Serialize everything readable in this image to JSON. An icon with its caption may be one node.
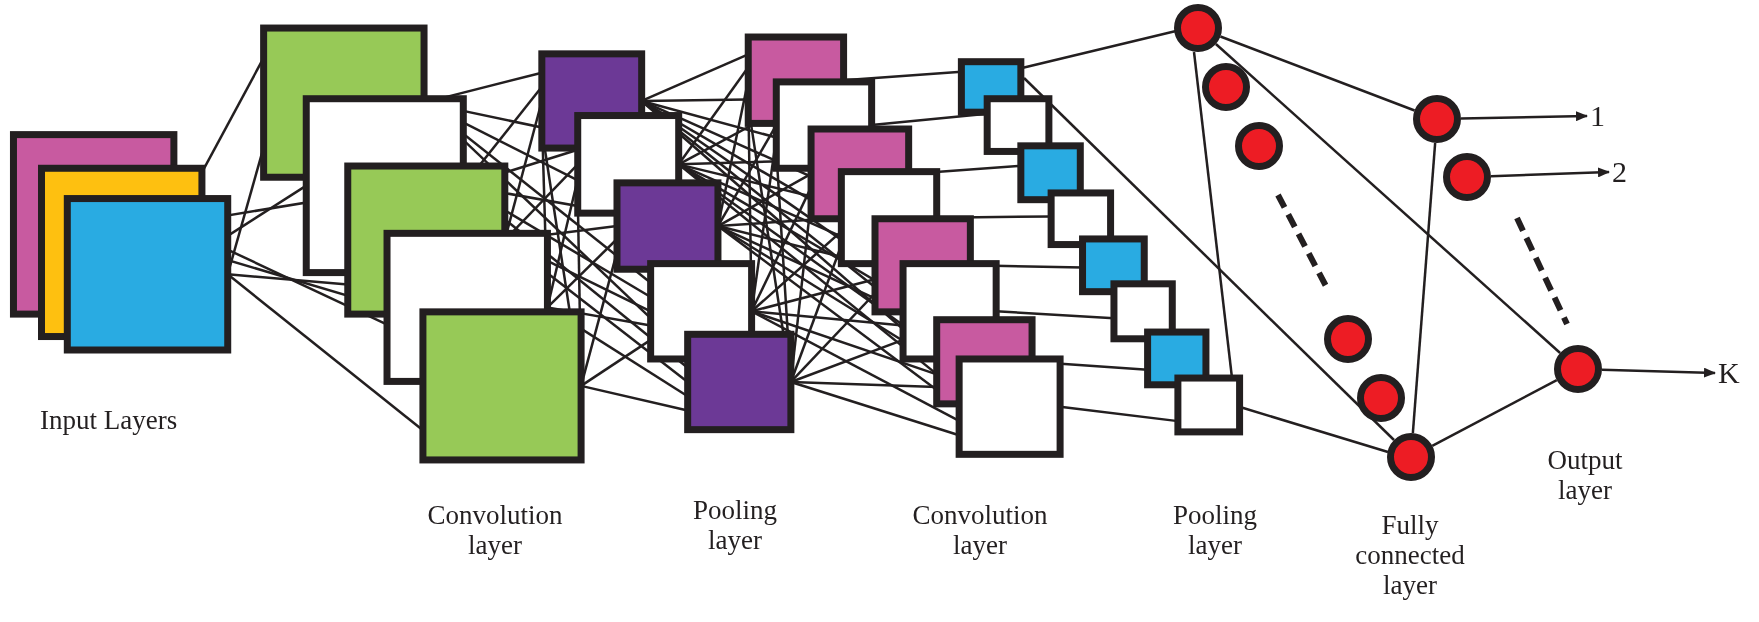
{
  "diagram": {
    "nodes": [
      {
        "text": [],
        "shape": "circle"
      },
      {
        "text": [],
        "shape": "circle"
      },
      {
        "text": [],
        "shape": "circle"
      },
      {
        "text": [],
        "shape": "circle"
      },
      {
        "text": [],
        "shape": "circle"
      },
      {
        "text": [],
        "shape": "circle"
      },
      {
        "text": [],
        "shape": "circle"
      },
      {
        "text": [],
        "shape": "circle"
      },
      {
        "text": [],
        "shape": "circle"
      },
      {
        "text": [
          "1"
        ]
      },
      {
        "text": [
          "2"
        ]
      },
      {
        "text": [
          "K"
        ]
      }
    ],
    "edges": [
      {
        "from": 0,
        "to": 6,
        "arrow": "none"
      },
      {
        "from": 0,
        "to": 8,
        "arrow": "none"
      },
      {
        "from": 5,
        "to": 6,
        "arrow": "none"
      },
      {
        "from": 5,
        "to": 8,
        "arrow": "none"
      },
      {
        "from": 6,
        "to": 9,
        "arrow": "to"
      },
      {
        "from": 7,
        "to": 10,
        "arrow": "to"
      },
      {
        "from": 8,
        "to": 11,
        "arrow": "to"
      }
    ],
    "labels": [
      "Input Layers",
      "Convolution layer",
      "Pooling layer",
      "Convolution layer",
      "Pooling layer",
      "Fully connected layer",
      "Output layer"
    ]
  }
}
